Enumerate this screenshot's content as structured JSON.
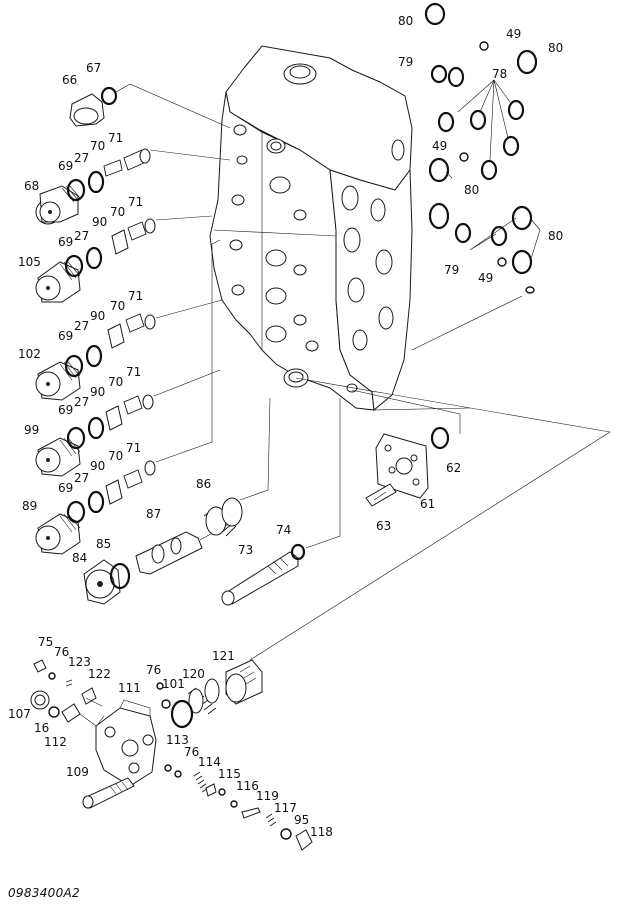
{
  "drawing": {
    "code": "0983400A2"
  },
  "callouts": [
    "80",
    "49",
    "80",
    "79",
    "78",
    "66",
    "67",
    "70",
    "71",
    "69",
    "27",
    "49",
    "68",
    "80",
    "90",
    "70",
    "71",
    "69",
    "27",
    "80",
    "105",
    "79",
    "49",
    "90",
    "70",
    "71",
    "69",
    "27",
    "102",
    "90",
    "70",
    "71",
    "69",
    "27",
    "62",
    "99",
    "61",
    "90",
    "70",
    "71",
    "69",
    "27",
    "86",
    "89",
    "63",
    "87",
    "74",
    "85",
    "84",
    "73",
    "75",
    "76",
    "123",
    "122",
    "76",
    "121",
    "120",
    "101",
    "111",
    "107",
    "16",
    "112",
    "113",
    "76",
    "114",
    "109",
    "115",
    "116",
    "119",
    "117",
    "95",
    "118"
  ]
}
